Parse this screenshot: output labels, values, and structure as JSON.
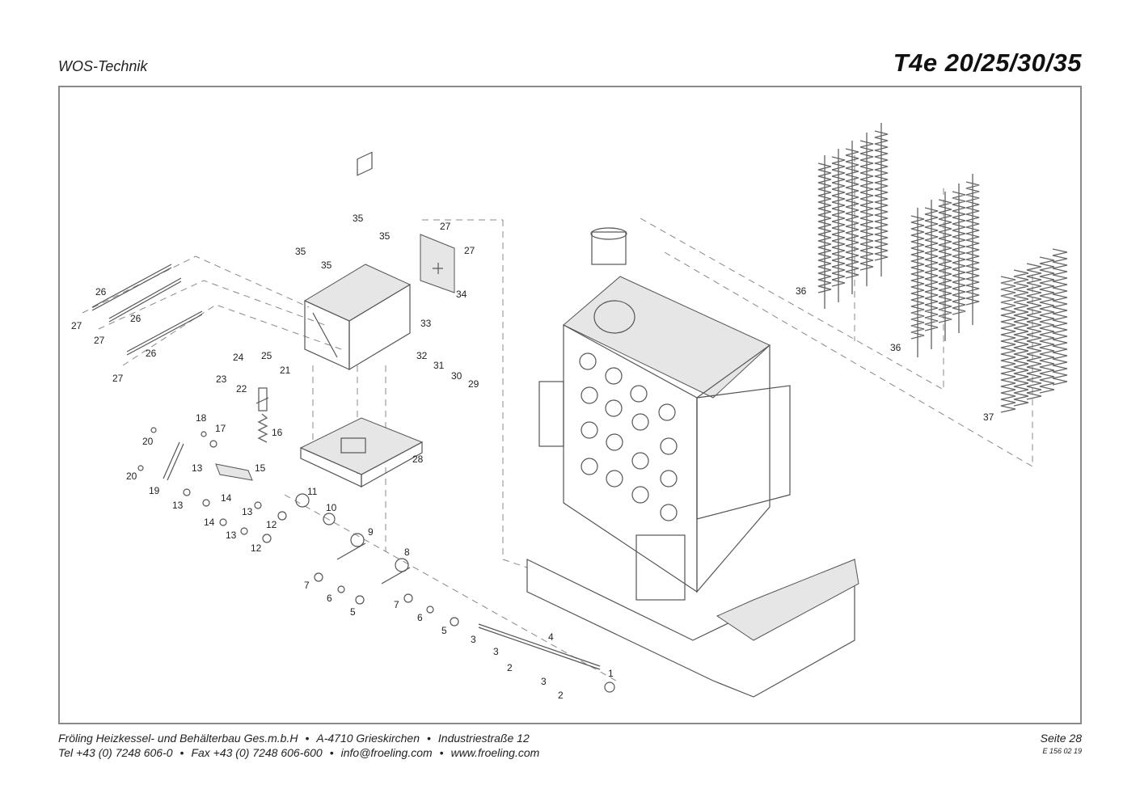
{
  "header": {
    "brand": "WOS-Technik",
    "model": "T4e 20/25/30/35"
  },
  "drawing": {
    "callouts": {
      "c1": "1",
      "c2a": "2",
      "c2b": "2",
      "c3a": "3",
      "c3b": "3",
      "c3c": "3",
      "c4": "4",
      "c5a": "5",
      "c5b": "5",
      "c6a": "6",
      "c6b": "6",
      "c7a": "7",
      "c7b": "7",
      "c8": "8",
      "c9": "9",
      "c10": "10",
      "c11": "11",
      "c12a": "12",
      "c12b": "12",
      "c13a": "13",
      "c13b": "13",
      "c13c": "13",
      "c13d": "13",
      "c14a": "14",
      "c14b": "14",
      "c15": "15",
      "c16": "16",
      "c17": "17",
      "c18": "18",
      "c19": "19",
      "c20a": "20",
      "c20b": "20",
      "c21": "21",
      "c22": "22",
      "c23": "23",
      "c24": "24",
      "c25": "25",
      "c26a": "26",
      "c26b": "26",
      "c26c": "26",
      "c27a": "27",
      "c27b": "27",
      "c27c": "27",
      "c27d": "27",
      "c27e": "27",
      "c28": "28",
      "c29": "29",
      "c30": "30",
      "c31": "31",
      "c32": "32",
      "c33": "33",
      "c34": "34",
      "c35a": "35",
      "c35b": "35",
      "c35c": "35",
      "c35d": "35",
      "c36a": "36",
      "c36b": "36",
      "c37": "37"
    }
  },
  "footer": {
    "company": "Fröling Heizkessel- und Behälterbau Ges.m.b.H",
    "address": "A-4710 Grieskirchen",
    "street": "Industriestraße 12",
    "tel": "Tel +43 (0) 7248 606-0",
    "fax": "Fax +43 (0) 7248 606-600",
    "email": "info@froeling.com",
    "web": "www.froeling.com",
    "page": "Seite 28",
    "doc_number": "E 156 02 19"
  }
}
